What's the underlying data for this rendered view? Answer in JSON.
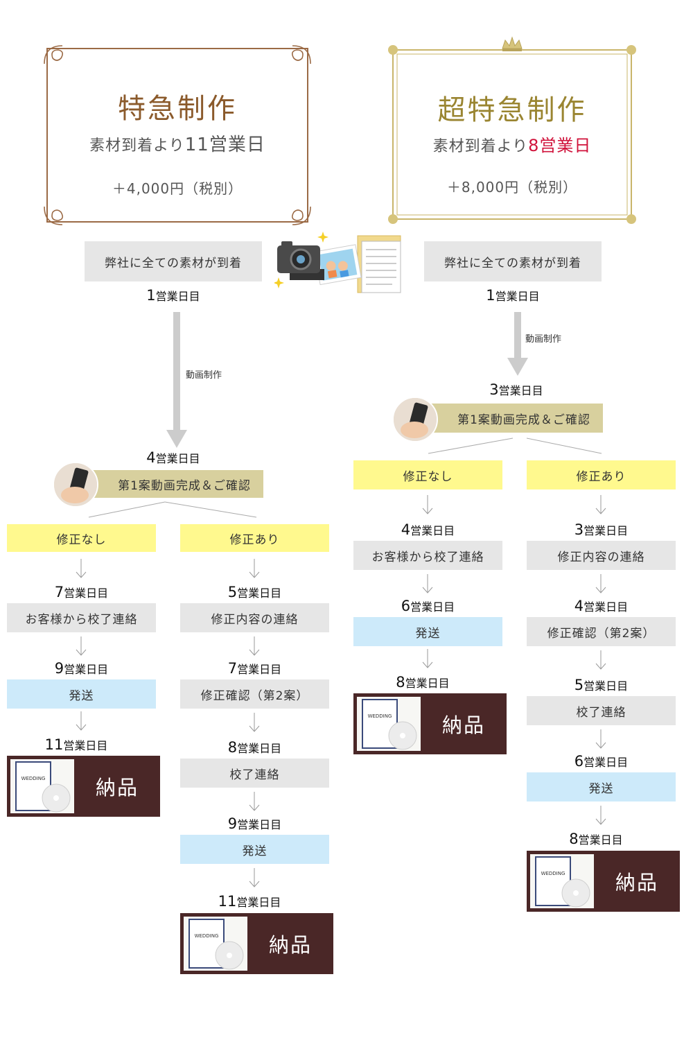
{
  "left_card": {
    "title": "特急制作",
    "subtitle_prefix": "素材到着より",
    "subtitle_days": "11営業日",
    "price": "＋4,000円（税別）",
    "title_color": "#8b5a2b",
    "frame_color": "#9b6a45"
  },
  "right_card": {
    "title": "超特急制作",
    "subtitle_prefix": "素材到着より",
    "subtitle_days": "8営業日",
    "price": "＋8,000円（税別）",
    "title_color": "#9a8531",
    "highlight_color": "#d0113a",
    "frame_color": "#c9b56a"
  },
  "common": {
    "arrival": "弊社に全ての素材が到着",
    "movie_production": "動画制作",
    "first_draft": "第1案動画完成＆ご確認",
    "no_revision": "修正なし",
    "revision": "修正あり",
    "customer_approval": "お客様から校了連絡",
    "revision_content": "修正内容の連絡",
    "revision_check": "修正確認（第2案）",
    "approval": "校了連絡",
    "shipping": "発送",
    "delivery": "納品",
    "day_suffix": "営業日目",
    "disc_label": "WEDDING"
  },
  "left_flow": {
    "arrival_day": "1",
    "draft_day": "4",
    "no_rev": {
      "approval_day": "7",
      "ship_day": "9",
      "deliver_day": "11"
    },
    "rev": {
      "contact_day": "5",
      "check_day": "7",
      "approval_day": "8",
      "ship_day": "9",
      "deliver_day": "11"
    }
  },
  "right_flow": {
    "arrival_day": "1",
    "draft_day": "3",
    "no_rev": {
      "approval_day": "4",
      "ship_day": "6",
      "deliver_day": "8"
    },
    "rev": {
      "contact_day": "3",
      "check_day": "4",
      "approval_day": "5",
      "ship_day": "6",
      "deliver_day": "8"
    }
  },
  "icons": [
    "camera-icon",
    "photo-icon",
    "film-icon",
    "document-icon",
    "smartphone-hand-icon",
    "crown-icon",
    "down-arrow-icon"
  ]
}
